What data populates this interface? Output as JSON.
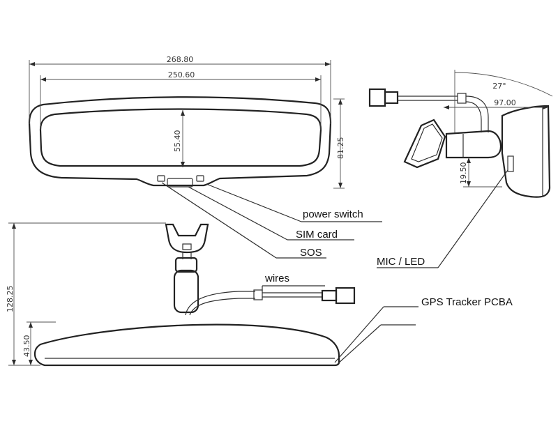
{
  "dimensions": {
    "overall_width": "268.80",
    "glass_width": "250.60",
    "glass_height": "55.40",
    "frame_height": "81.25",
    "total_height": "128.25",
    "base_height": "43.50",
    "angle": "27°",
    "depth": "97.00",
    "side_height": "19.50"
  },
  "labels": {
    "power_switch": "power switch",
    "sim_card": "SIM card",
    "sos": "SOS",
    "mic_led": "MIC / LED",
    "wires": "wires",
    "gps_tracker_pcba": "GPS Tracker PCBA"
  }
}
